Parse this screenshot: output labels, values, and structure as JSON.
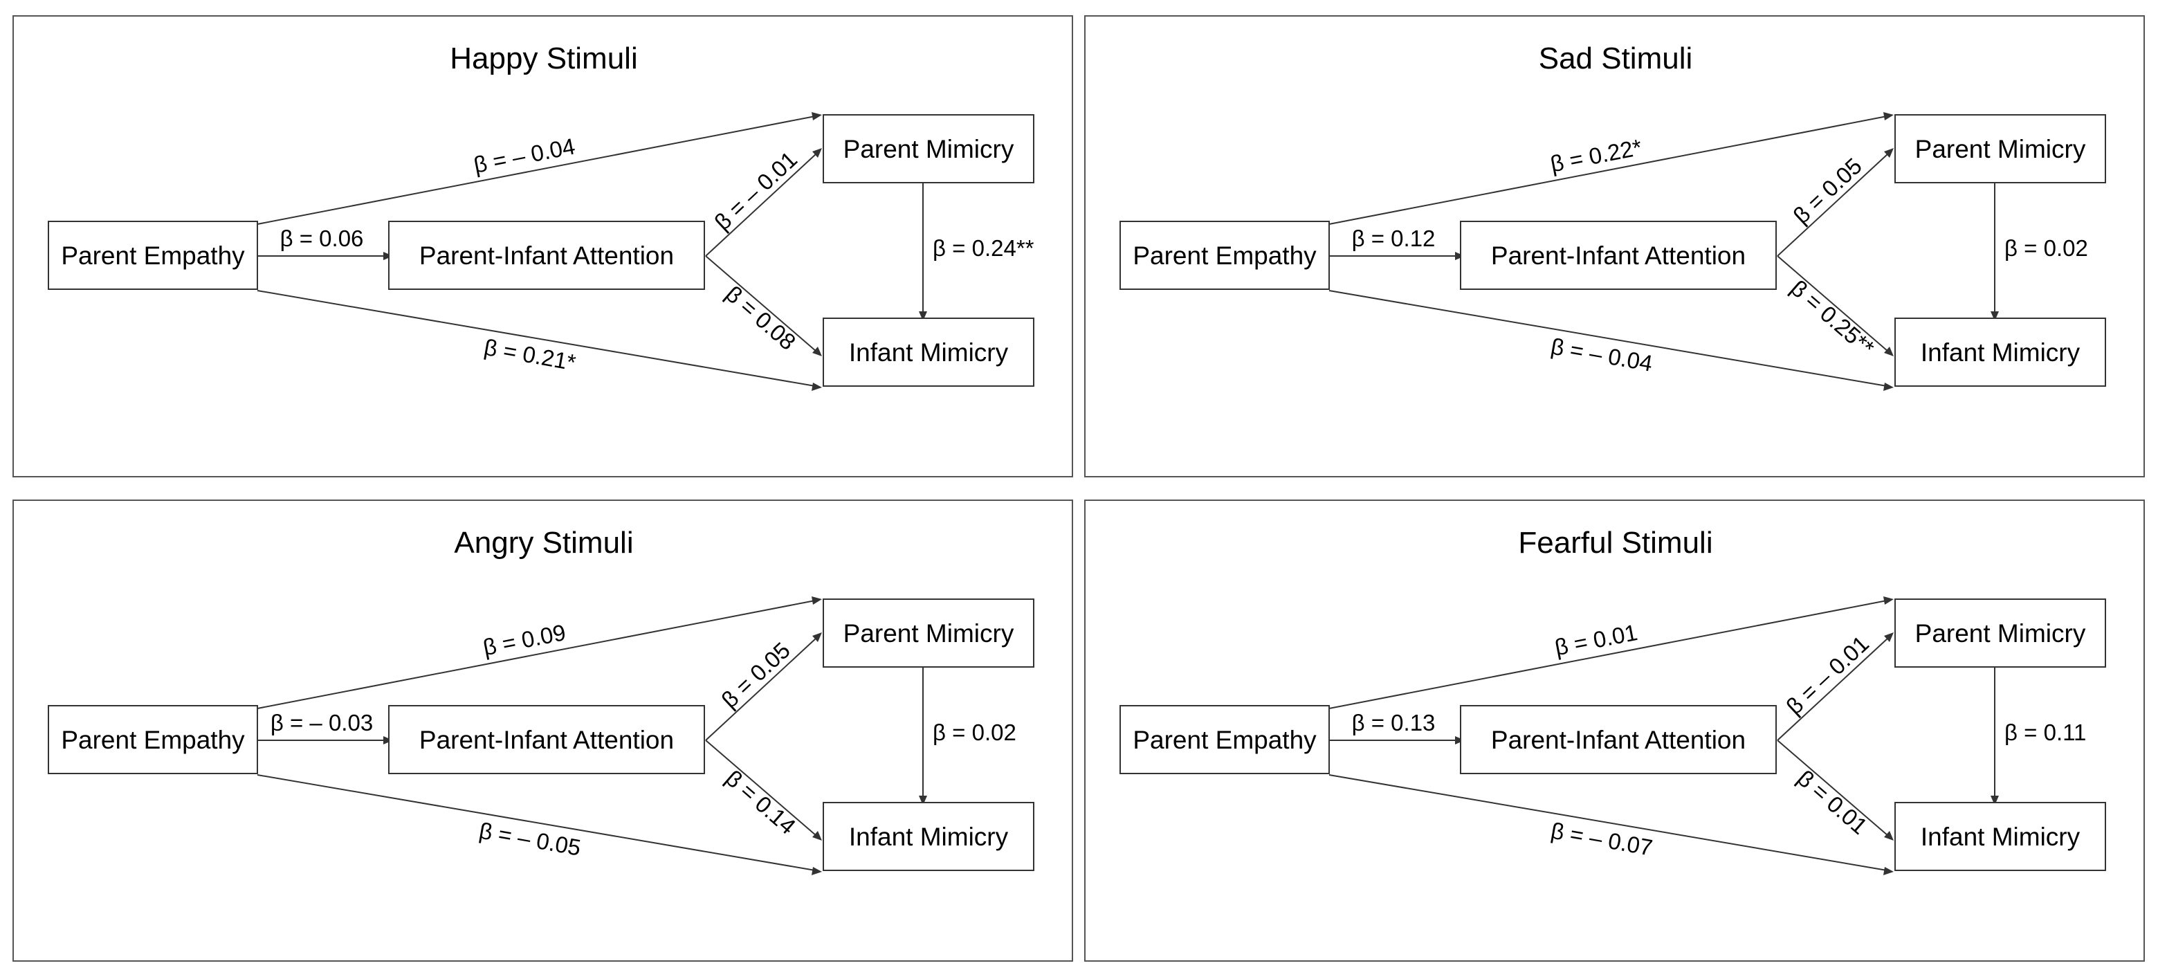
{
  "panels": [
    {
      "title": "Happy Stimuli",
      "nodes": {
        "empathy": "Parent Empathy",
        "attention": "Parent-Infant Attention",
        "parent_mimicry": "Parent Mimicry",
        "infant_mimicry": "Infant Mimicry"
      },
      "betas": {
        "empathy_to_attention": "β = 0.06",
        "empathy_to_parent_mimicry": "β = – 0.04",
        "empathy_to_infant_mimicry": "β = 0.21*",
        "attention_to_parent_mimicry": "β = – 0.01",
        "attention_to_infant_mimicry": "β = 0.08",
        "parent_to_infant_mimicry": "β = 0.24**"
      }
    },
    {
      "title": "Sad Stimuli",
      "nodes": {
        "empathy": "Parent Empathy",
        "attention": "Parent-Infant Attention",
        "parent_mimicry": "Parent Mimicry",
        "infant_mimicry": "Infant Mimicry"
      },
      "betas": {
        "empathy_to_attention": "β = 0.12",
        "empathy_to_parent_mimicry": "β = 0.22*",
        "empathy_to_infant_mimicry": "β = – 0.04",
        "attention_to_parent_mimicry": "β = 0.05",
        "attention_to_infant_mimicry": "β = 0.25**",
        "parent_to_infant_mimicry": "β = 0.02"
      }
    },
    {
      "title": "Angry Stimuli",
      "nodes": {
        "empathy": "Parent Empathy",
        "attention": "Parent-Infant Attention",
        "parent_mimicry": "Parent Mimicry",
        "infant_mimicry": "Infant Mimicry"
      },
      "betas": {
        "empathy_to_attention": "β = – 0.03",
        "empathy_to_parent_mimicry": "β = 0.09",
        "empathy_to_infant_mimicry": "β = – 0.05",
        "attention_to_parent_mimicry": "β = 0.05",
        "attention_to_infant_mimicry": "β = 0.14",
        "parent_to_infant_mimicry": "β = 0.02"
      }
    },
    {
      "title": "Fearful Stimuli",
      "nodes": {
        "empathy": "Parent Empathy",
        "attention": "Parent-Infant Attention",
        "parent_mimicry": "Parent Mimicry",
        "infant_mimicry": "Infant Mimicry"
      },
      "betas": {
        "empathy_to_attention": "β = 0.13",
        "empathy_to_parent_mimicry": "β = 0.01",
        "empathy_to_infant_mimicry": "β = – 0.07",
        "attention_to_parent_mimicry": "β = – 0.01",
        "attention_to_infant_mimicry": "β = 0.01",
        "parent_to_infant_mimicry": "β = 0.11"
      }
    }
  ]
}
